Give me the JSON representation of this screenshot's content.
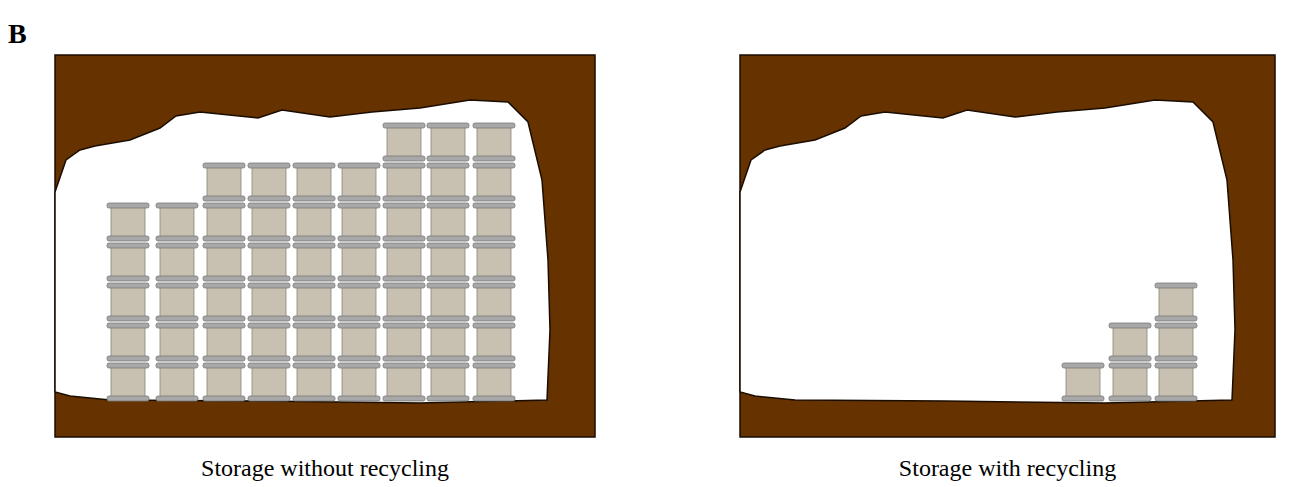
{
  "diagram": {
    "nodes": [
      {
        "text": [
          "Storage without recycling"
        ]
      },
      {
        "text": [
          "Storage with recycling"
        ]
      }
    ],
    "labels": [
      "B"
    ]
  }
}
